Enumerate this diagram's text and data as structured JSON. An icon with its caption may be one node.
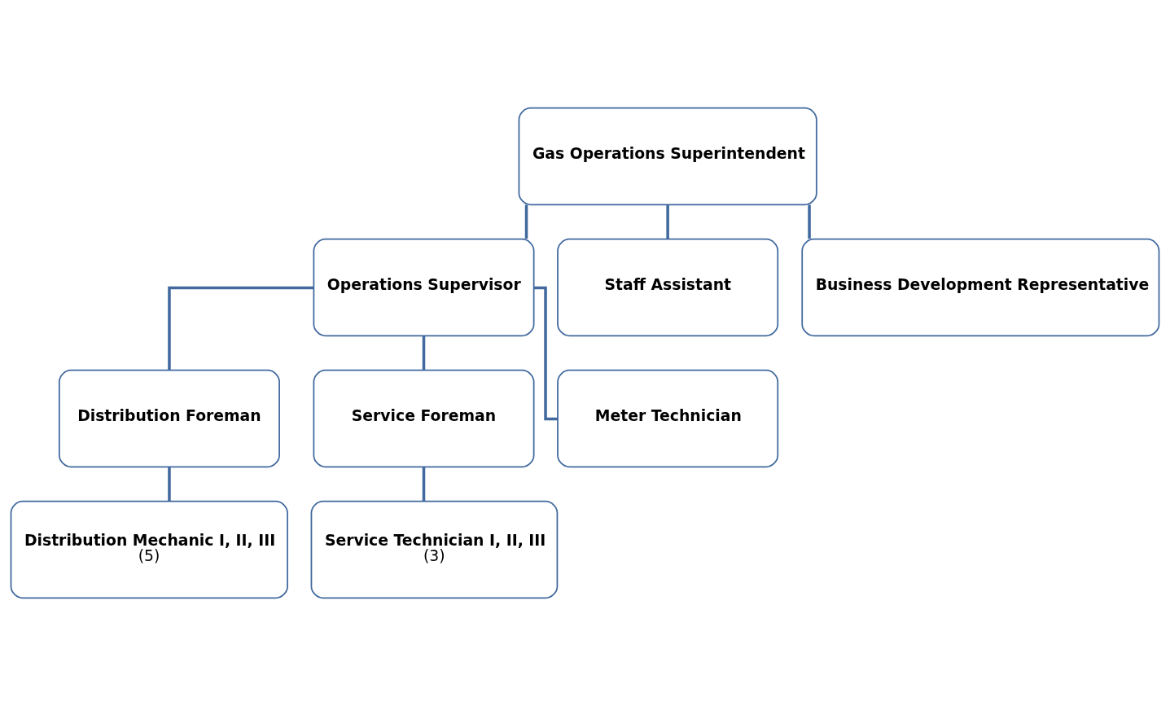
{
  "diagram": {
    "nodes": [
      {
        "text": [
          "Gas Operations Superintendent"
        ]
      },
      {
        "text": [
          "Operations Supervisor"
        ]
      },
      {
        "text": [
          "Staff Assistant"
        ]
      },
      {
        "text": [
          "Business Development Representative"
        ]
      },
      {
        "text": [
          "Distribution Foreman"
        ]
      },
      {
        "text": [
          "Service Foreman"
        ]
      },
      {
        "text": [
          "Meter Technician"
        ]
      },
      {
        "text": [
          "Distribution Mechanic I, II, III",
          "(5)"
        ]
      },
      {
        "text": [
          "Service Technician I, II, III",
          "(3)"
        ]
      }
    ],
    "edges": [
      {
        "from": 0,
        "to": 1,
        "arrow": "none"
      },
      {
        "from": 0,
        "to": 2,
        "arrow": "none"
      },
      {
        "from": 0,
        "to": 3,
        "arrow": "none"
      },
      {
        "from": 1,
        "to": 4,
        "arrow": "none"
      },
      {
        "from": 1,
        "to": 5,
        "arrow": "none"
      },
      {
        "from": 1,
        "to": 6,
        "arrow": "none"
      },
      {
        "from": 4,
        "to": 7,
        "arrow": "none"
      },
      {
        "from": 5,
        "to": 8,
        "arrow": "none"
      }
    ]
  }
}
